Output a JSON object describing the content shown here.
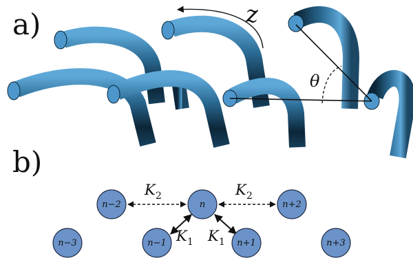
{
  "panel_a": {
    "label": "a)",
    "axis_symbol": "z",
    "angle_symbol": "θ"
  },
  "panel_b": {
    "label": "b)",
    "nodes": {
      "n_minus_3": "n−3",
      "n_minus_2": "n−2",
      "n_minus_1": "n−1",
      "n": "n",
      "n_plus_1": "n+1",
      "n_plus_2": "n+2",
      "n_plus_3": "n+3"
    },
    "couplings": {
      "k2_left": {
        "symbol": "K",
        "subscript": "2"
      },
      "k2_right": {
        "symbol": "K",
        "subscript": "2"
      },
      "k1_left": {
        "symbol": "K",
        "subscript": "1"
      },
      "k1_right": {
        "symbol": "K",
        "subscript": "1"
      }
    },
    "node_fill": "#6b93c9",
    "node_stroke": "#1e2a44"
  },
  "colors": {
    "tube_dark": "#0c2638",
    "tube_mid": "#2a6a93",
    "tube_light": "#5ea8d8",
    "cap_fill": "#4d97cc"
  }
}
